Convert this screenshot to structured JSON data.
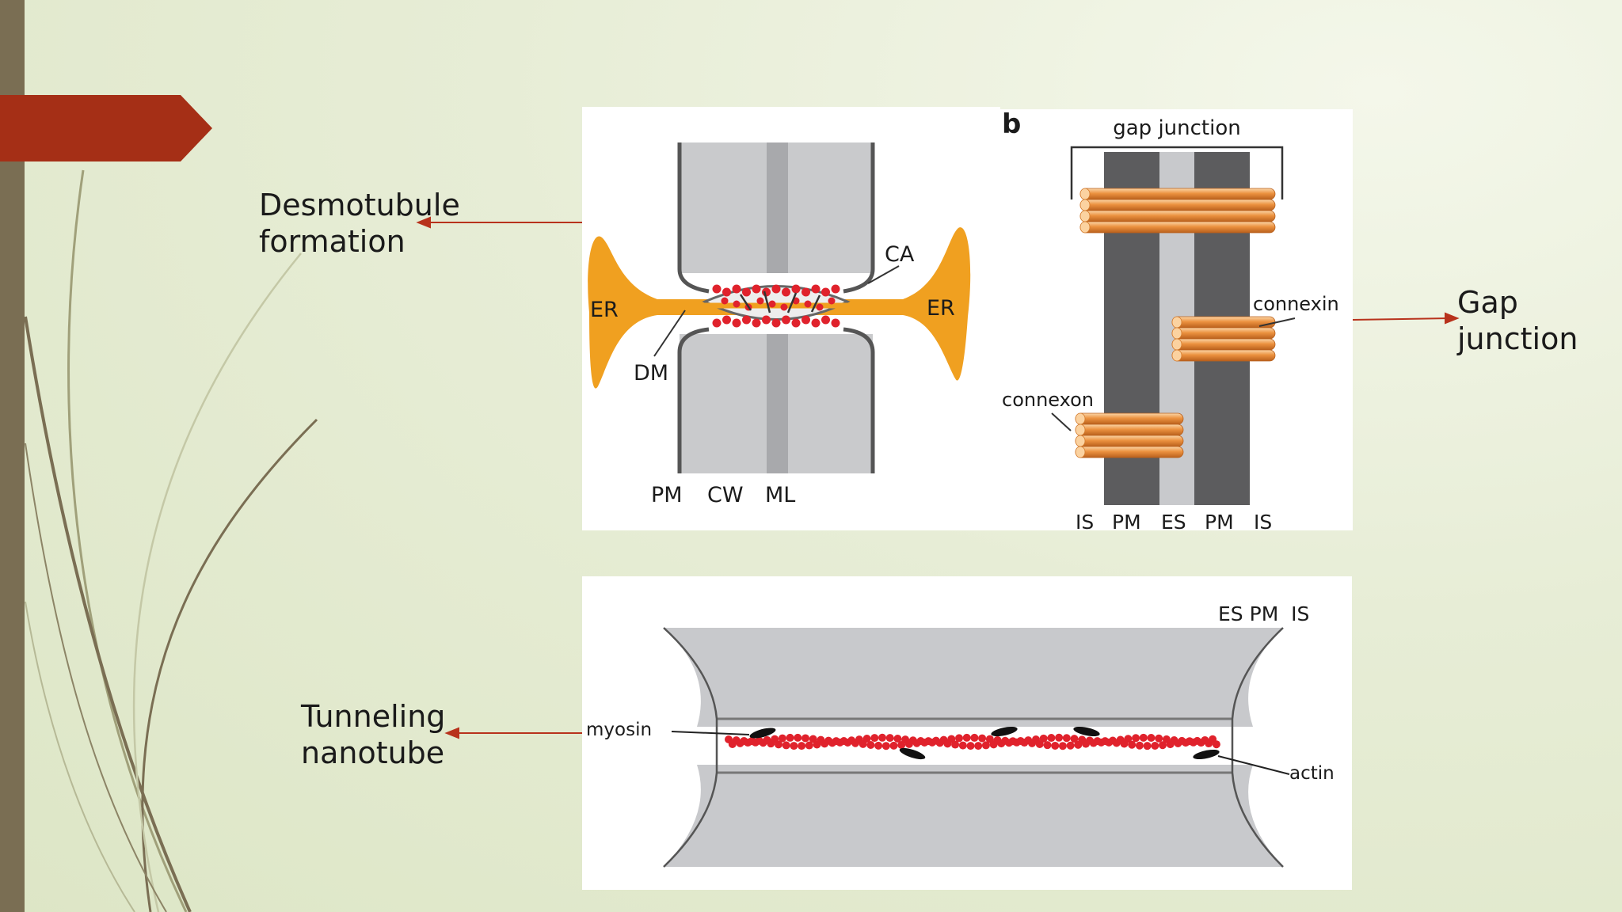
{
  "slide": {
    "labels": {
      "desmotubule_line1": "Desmotubule",
      "desmotubule_line2": "formation",
      "gap_line1": "Gap",
      "gap_line2": "junction",
      "tunneling_line1": "Tunneling",
      "tunneling_line2": "nanotube"
    },
    "colors": {
      "accent_tab": "#a52f16",
      "left_bar": "#7a6e53",
      "arrow": "#b8321c",
      "er_orange": "#f0a020",
      "bead_red": "#e0222c",
      "connexon_orange": "#e88a30"
    }
  },
  "figure_a": {
    "er_left": "ER",
    "er_right": "ER",
    "ca": "CA",
    "dm": "DM",
    "bottom_labels": [
      "PM",
      "CW",
      "ML"
    ]
  },
  "figure_b": {
    "panel_letter": "b",
    "title": "gap junction",
    "connexin": "connexin",
    "connexon": "connexon",
    "bottom_labels": [
      "IS",
      "PM",
      "ES",
      "PM",
      "IS"
    ]
  },
  "figure_c": {
    "top_labels": "ES PM  IS",
    "myosin": "myosin",
    "actin": "actin"
  }
}
